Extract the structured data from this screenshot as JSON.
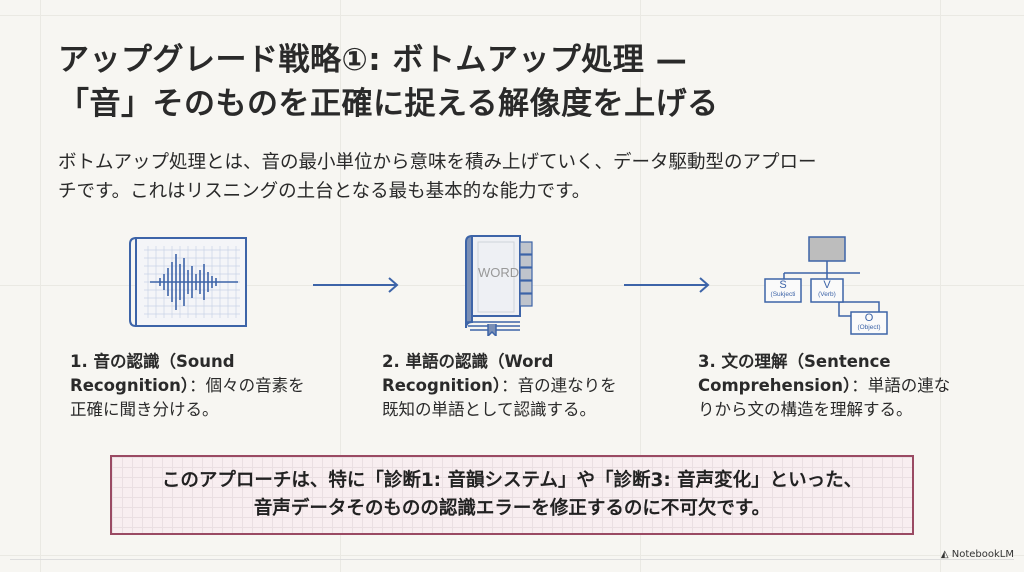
{
  "title": {
    "line1": "アップグレード戦略①: ボトムアップ処理 —",
    "line2": "「音」そのものを正確に捉える解像度を上げる"
  },
  "intro": {
    "line1": "ボトムアップ処理とは、音の最小単位から意味を積み上げていく、データ駆動型のアプロー",
    "line2": "チです。これはリスニングの土台となる最も基本的な能力です。"
  },
  "icons": {
    "word_label": "WORD",
    "s": "S",
    "s_sub": "(Sukjecti",
    "v": "V",
    "v_sub": "(Verb)",
    "o": "O",
    "o_sub": "(Object)"
  },
  "steps": [
    {
      "title": "1. 音の認識（Sound Recognition）",
      "desc": "：個々の音素を正確に聞き分ける。"
    },
    {
      "title": "2. 単語の認識（Word Recognition）",
      "desc": "：音の連なりを既知の単語として認識する。"
    },
    {
      "title": "3. 文の理解（Sentence Comprehension）",
      "desc": "：単語の連なりから文の構造を理解する。"
    }
  ],
  "note": {
    "line1": "このアプローチは、特に「診断1: 音韻システム」や「診断3: 音声変化」といった、",
    "line2": "音声データそのものの認識エラーを修正するのに不可欠です。"
  },
  "brand": "NotebookLM",
  "colors": {
    "accent": "#3d64a8",
    "border": "#9a4a63"
  }
}
